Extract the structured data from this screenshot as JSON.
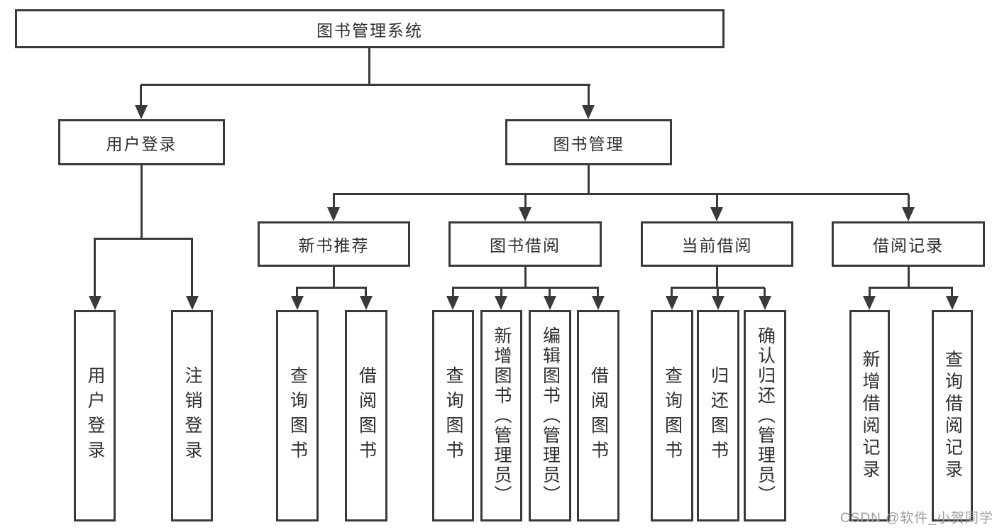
{
  "diagram": {
    "nodes": {
      "root": "图书管理系统",
      "user_login": "用户登录",
      "book_mgmt": "图书管理",
      "new_books": "新书推荐",
      "book_borrow": "图书借阅",
      "current_borrow": "当前借阅",
      "borrow_records": "借阅记录",
      "leaf_user_login": "用户登录",
      "leaf_logout": "注销登录",
      "leaf_nb_query": "查询图书",
      "leaf_nb_borrow": "借阅图书",
      "leaf_bb_query": "查询图书",
      "leaf_bb_add": "新增图书（管理员）",
      "leaf_bb_edit": "编辑图书（管理员）",
      "leaf_bb_borrow": "借阅图书",
      "leaf_cb_query": "查询图书",
      "leaf_cb_return": "归还图书",
      "leaf_cb_confirm": "确认归还（管理员）",
      "leaf_br_add": "新增借阅记录",
      "leaf_br_query": "查询借阅记录"
    }
  },
  "watermark": "CSDN @软件_小贺同学",
  "colors": {
    "line": "#3a3a3a",
    "text": "#2e2e2e",
    "watermark": "#9e9e9e",
    "background": "#ffffff"
  }
}
